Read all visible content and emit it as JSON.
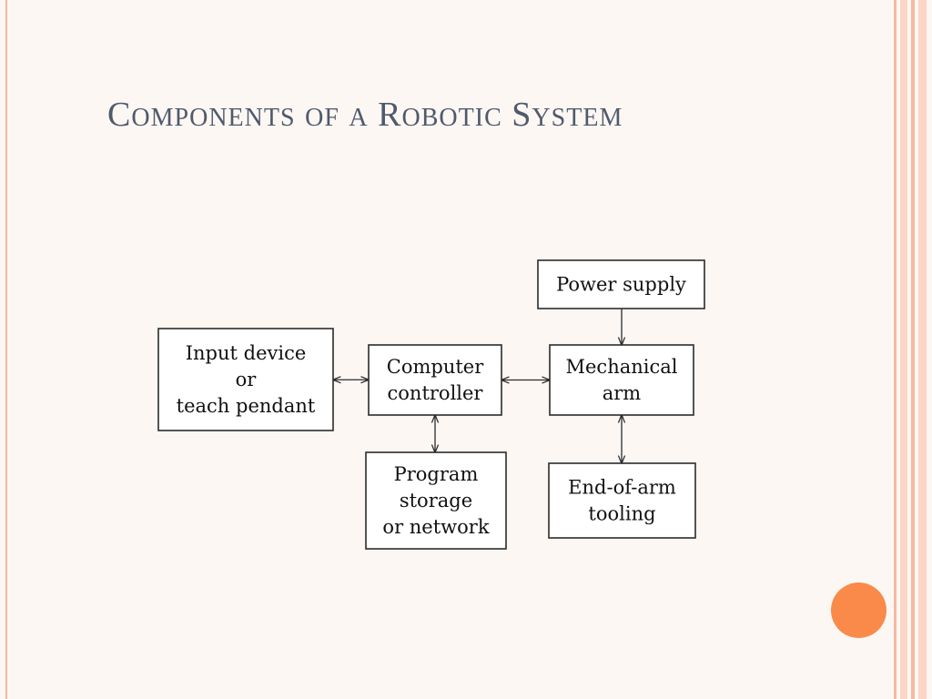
{
  "slide": {
    "title": "Components of a Robotic System"
  },
  "colors": {
    "background": "#fdf7f4",
    "title_text": "#4f5a6a",
    "accent_orange": "#f98a4a",
    "stripe_light": "#fbd5c6",
    "stripe_mid": "#f6b9a2",
    "left_rule": "#f5b8a0"
  },
  "diagram": {
    "nodes": [
      {
        "id": "power-supply",
        "lines": [
          "Power supply"
        ]
      },
      {
        "id": "input-device",
        "lines": [
          "Input device",
          "or",
          "teach pendant"
        ]
      },
      {
        "id": "computer-controller",
        "lines": [
          "Computer",
          "controller"
        ]
      },
      {
        "id": "mechanical-arm",
        "lines": [
          "Mechanical",
          "arm"
        ]
      },
      {
        "id": "program-storage",
        "lines": [
          "Program",
          "storage",
          "or network"
        ]
      },
      {
        "id": "end-of-arm-tooling",
        "lines": [
          "End-of-arm",
          "tooling"
        ]
      }
    ],
    "edges": [
      {
        "from": "input-device",
        "to": "computer-controller",
        "direction": "both"
      },
      {
        "from": "computer-controller",
        "to": "mechanical-arm",
        "direction": "both"
      },
      {
        "from": "power-supply",
        "to": "mechanical-arm",
        "direction": "forward"
      },
      {
        "from": "computer-controller",
        "to": "program-storage",
        "direction": "both"
      },
      {
        "from": "mechanical-arm",
        "to": "end-of-arm-tooling",
        "direction": "both"
      }
    ]
  }
}
